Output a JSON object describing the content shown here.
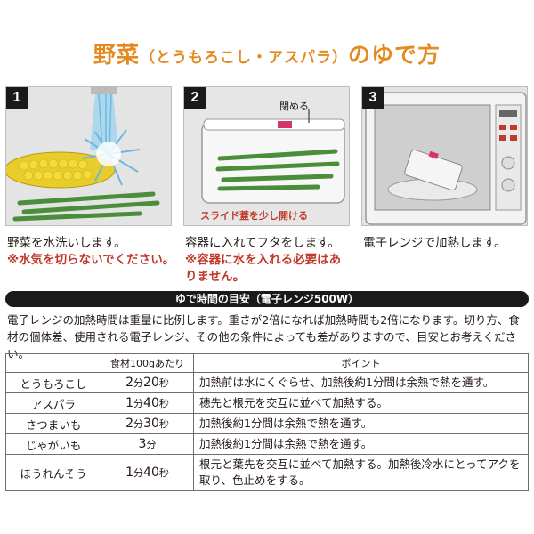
{
  "title": {
    "main_pre": "野菜",
    "sub": "（とうもろこし・アスパラ）",
    "main_post": "のゆで方"
  },
  "steps": [
    {
      "num": "1",
      "text": "野菜を水洗いします。",
      "note": "※水気を切らないでください。"
    },
    {
      "num": "2",
      "text": "容器に入れてフタをします。",
      "note": "※容器に水を入れる必要はありません。",
      "label_close": "閉める",
      "label_slide": "スライド蓋を少し開ける"
    },
    {
      "num": "3",
      "text": "電子レンジで加熱します。"
    }
  ],
  "guide": {
    "heading": "ゆで時間の目安（電子レンジ500W）",
    "description": "電子レンジの加熱時間は重量に比例します。重さが2倍になれば加熱時間も2倍になります。切り方、食材の個体差、使用される電子レンジ、その他の条件によっても差がありますので、目安とお考えください。"
  },
  "table": {
    "headers": [
      "",
      "食材100gあたり",
      "ポイント"
    ],
    "rows": [
      {
        "name": "とうもろこし",
        "min": "2",
        "sec": "20",
        "point": "加熱前は水にくぐらせ、加熱後約1分間は余熱で熱を通す。"
      },
      {
        "name": "アスパラ",
        "min": "1",
        "sec": "40",
        "point": "穂先と根元を交互に並べて加熱する。"
      },
      {
        "name": "さつまいも",
        "min": "2",
        "sec": "30",
        "point": "加熱後約1分間は余熱で熱を通す。"
      },
      {
        "name": "じゃがいも",
        "min": "3",
        "sec": "",
        "point": "加熱後約1分間は余熱で熱を通す。"
      },
      {
        "name": "ほうれんそう",
        "min": "1",
        "sec": "40",
        "point": "根元と葉先を交互に並べて加熱する。加熱後冷水にとってアクを取り、色止めをする。"
      }
    ],
    "unit_min": "分",
    "unit_sec": "秒"
  }
}
